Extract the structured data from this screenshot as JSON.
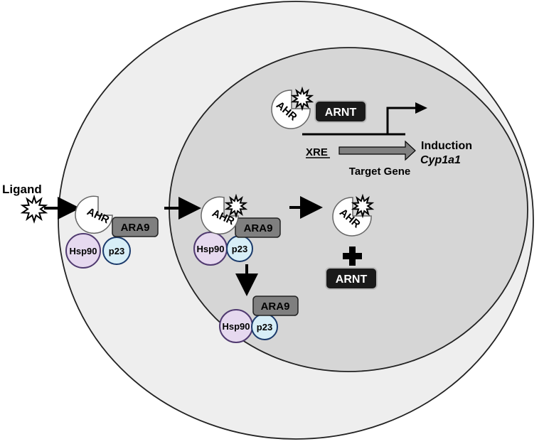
{
  "labels": {
    "ligand": "Ligand",
    "ahr": "AHR",
    "ara9": "ARA9",
    "hsp90": "Hsp90",
    "p23": "p23",
    "arnt": "ARNT",
    "xre": "XRE",
    "target_gene": "Target Gene",
    "induction": "Induction",
    "cyp1a1": "Cyp1a1"
  },
  "colors": {
    "cytoplasm": "#eeeeee",
    "nucleus": "#d6d6d6",
    "ara9": "#7f7f7f",
    "hsp90": "#e6d9ef",
    "p23": "#d7eef7",
    "arnt": "#1a1a1a",
    "gene_arrow": "#808080"
  }
}
